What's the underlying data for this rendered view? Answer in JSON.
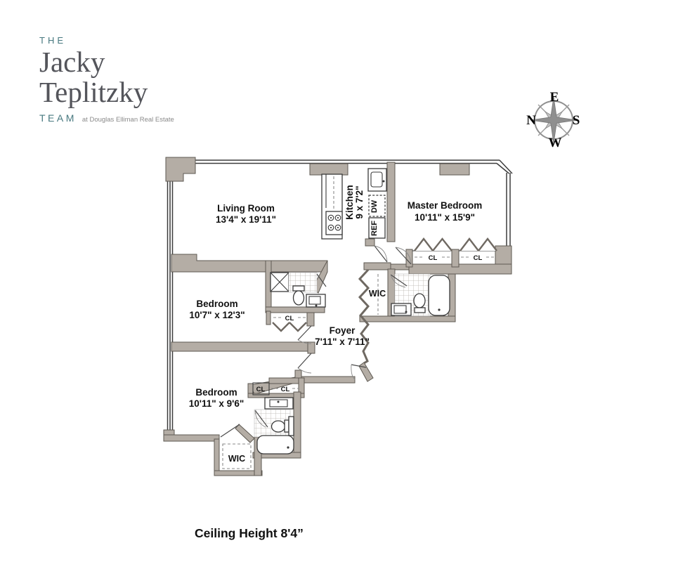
{
  "logo": {
    "the": "THE",
    "first_name": "Jacky",
    "last_name": "Teplitzky",
    "team": "TEAM",
    "tagline": "at Douglas Elliman Real Estate"
  },
  "compass": {
    "north": "N",
    "east": "E",
    "south": "S",
    "west": "W"
  },
  "rooms": {
    "living_room": {
      "name": "Living Room",
      "dims": "13'4\" x 19'11\""
    },
    "kitchen": {
      "name": "Kitchen",
      "dims": "9 x 7'2\""
    },
    "master_bedroom": {
      "name": "Master Bedroom",
      "dims": "10'11\" x 15'9\""
    },
    "bedroom2": {
      "name": "Bedroom",
      "dims": "10'7\" x 12'3\""
    },
    "foyer": {
      "name": "Foyer",
      "dims": "7'11\" x 7'11\""
    },
    "bedroom3": {
      "name": "Bedroom",
      "dims": "10'11\" x 9'6\""
    }
  },
  "labels": {
    "wic": "WIC",
    "cl": "CL",
    "dw": "DW",
    "ref": "REF"
  },
  "footer": {
    "ceiling_height": "Ceiling Height 8'4”"
  },
  "colors": {
    "wall_fill": "#b4ada5",
    "wall_outline": "#5e5952",
    "brand_teal": "#47787f",
    "logo_gray": "#54555b"
  }
}
